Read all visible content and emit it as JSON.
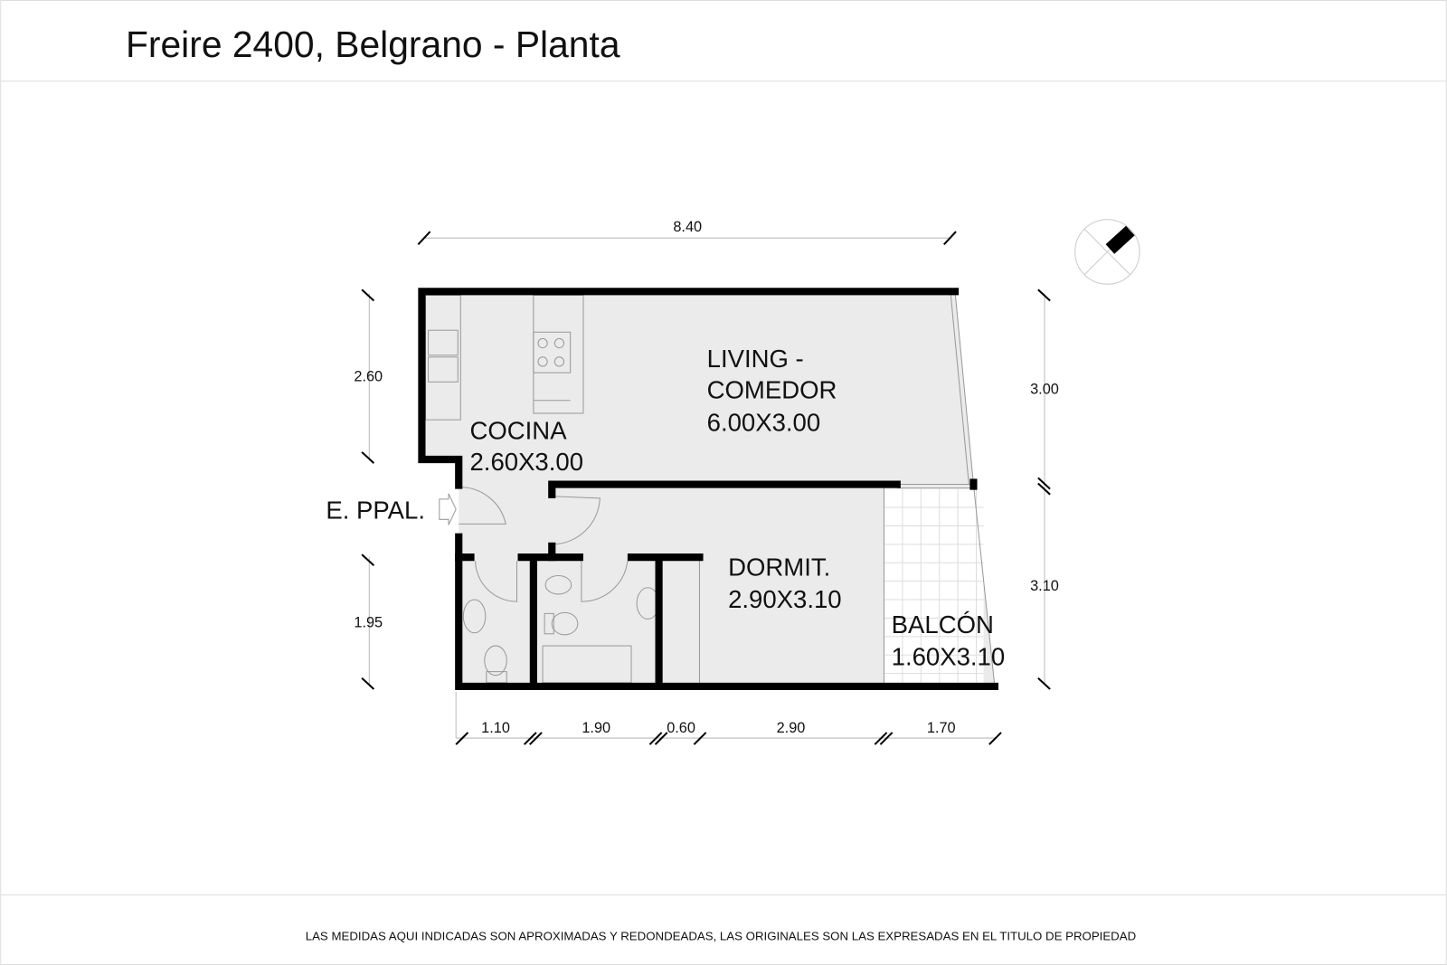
{
  "header": {
    "title": "Freire 2400, Belgrano - Planta"
  },
  "rooms": [
    {
      "name": "LIVING -",
      "name2": "COMEDOR",
      "size": "6.00X3.00"
    },
    {
      "name": "COCINA",
      "size": "2.60X3.00"
    },
    {
      "name": "DORMIT.",
      "size": "2.90X3.10"
    },
    {
      "name": "BALCÓN",
      "size": "1.60X3.10"
    }
  ],
  "entrance": "E. PPAL.",
  "dimensions": {
    "top": "8.40",
    "left": [
      "2.60",
      "1.95"
    ],
    "right": [
      "3.00",
      "3.10"
    ],
    "bottom": [
      "1.10",
      "1.90",
      "0.60",
      "2.90",
      "1.70"
    ]
  },
  "footer": {
    "disclaimer": "LAS MEDIDAS AQUI INDICADAS SON APROXIMADAS Y REDONDEADAS, LAS ORIGINALES SON LAS EXPRESADAS EN EL TITULO DE PROPIEDAD"
  },
  "colors": {
    "floor": "#ebebeb",
    "wall": "#000000"
  }
}
